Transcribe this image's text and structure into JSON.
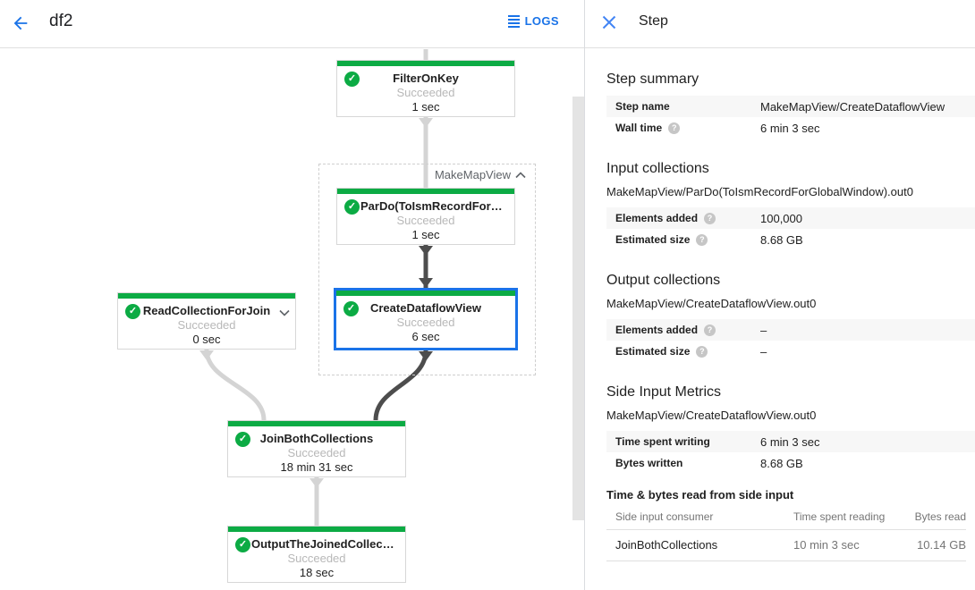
{
  "colors": {
    "accent_blue": "#1a73e8",
    "success_green": "#0cab44",
    "selected_border": "#1a73e8"
  },
  "left": {
    "title": "df2",
    "logs_button": "LOGS"
  },
  "graph": {
    "group": {
      "label": "MakeMapView",
      "collapse_icon": "chevron-up"
    },
    "nodes": [
      {
        "title": "FilterOnKey",
        "status": "Succeeded",
        "time": "1 sec"
      },
      {
        "title": "ParDo(ToIsmRecordFor…",
        "status": "Succeeded",
        "time": "1 sec"
      },
      {
        "title": "CreateDataflowView",
        "status": "Succeeded",
        "time": "6 sec",
        "selected": true
      },
      {
        "title": "ReadCollectionForJoin",
        "status": "Succeeded",
        "time": "0 sec",
        "expandable": true
      },
      {
        "title": "JoinBothCollections",
        "status": "Succeeded",
        "time": "18 min 31 sec"
      },
      {
        "title": "OutputTheJoinedCollec…",
        "status": "Succeeded",
        "time": "18 sec"
      }
    ],
    "check_glyph": "✓"
  },
  "panel": {
    "title": "Step",
    "step_summary": {
      "heading": "Step summary",
      "rows": [
        {
          "label": "Step name",
          "value": "MakeMapView/CreateDataflowView"
        },
        {
          "label": "Wall time",
          "value": "6 min 3 sec",
          "help": true
        }
      ]
    },
    "input_collections": {
      "heading": "Input collections",
      "collection": "MakeMapView/ParDo(ToIsmRecordForGlobalWindow).out0",
      "rows": [
        {
          "label": "Elements added",
          "value": "100,000",
          "help": true
        },
        {
          "label": "Estimated size",
          "value": "8.68 GB",
          "help": true
        }
      ]
    },
    "output_collections": {
      "heading": "Output collections",
      "collection": "MakeMapView/CreateDataflowView.out0",
      "rows": [
        {
          "label": "Elements added",
          "value": "–",
          "help": true
        },
        {
          "label": "Estimated size",
          "value": "–",
          "help": true
        }
      ]
    },
    "side_input_metrics": {
      "heading": "Side Input Metrics",
      "collection": "MakeMapView/CreateDataflowView.out0",
      "rows": [
        {
          "label": "Time spent writing",
          "value": "6 min 3 sec"
        },
        {
          "label": "Bytes written",
          "value": "8.68 GB"
        }
      ],
      "table": {
        "title": "Time & bytes read from side input",
        "columns": [
          "Side input consumer",
          "Time spent reading",
          "Bytes read"
        ],
        "rows": [
          {
            "consumer": "JoinBothCollections",
            "time": "10 min 3 sec",
            "bytes": "10.14 GB"
          }
        ]
      }
    }
  },
  "help_glyph": "?"
}
